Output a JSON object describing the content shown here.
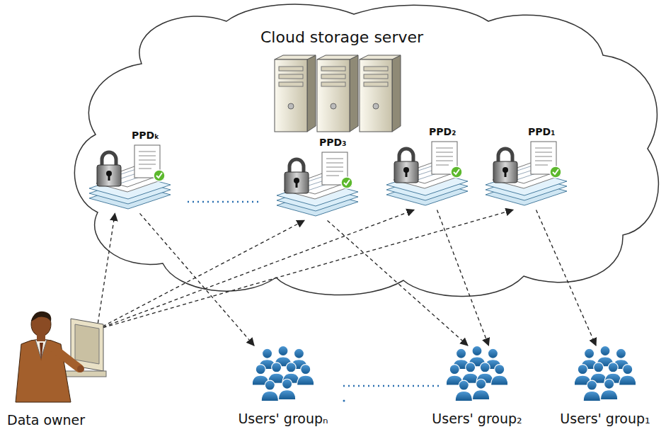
{
  "diagram": {
    "nodes": [
      {
        "text": [
          "Cloud storage server"
        ]
      },
      {
        "text": [
          "PPDₖ"
        ],
        "in": 0
      },
      {
        "text": [
          "PPD₃"
        ],
        "in": 0
      },
      {
        "text": [
          "PPD₂"
        ],
        "in": 0
      },
      {
        "text": [
          "PPD₁"
        ],
        "in": 0
      },
      {
        "text": [
          "Data owner"
        ]
      },
      {
        "text": [
          "Users' groupₙ"
        ]
      },
      {
        "text": [
          "Users' group₂"
        ]
      },
      {
        "text": [
          "Users' group₁"
        ]
      }
    ],
    "edges": [
      {
        "from": 5,
        "to": 1,
        "arrow": "to"
      },
      {
        "from": 5,
        "to": 2,
        "arrow": "to"
      },
      {
        "from": 5,
        "to": 3,
        "arrow": "to"
      },
      {
        "from": 5,
        "to": 4,
        "arrow": "to"
      },
      {
        "from": 1,
        "to": 6,
        "arrow": "to"
      },
      {
        "from": 2,
        "to": 7,
        "arrow": "to"
      },
      {
        "from": 3,
        "to": 7,
        "arrow": "to"
      },
      {
        "from": 4,
        "to": 8,
        "arrow": "to"
      }
    ]
  }
}
